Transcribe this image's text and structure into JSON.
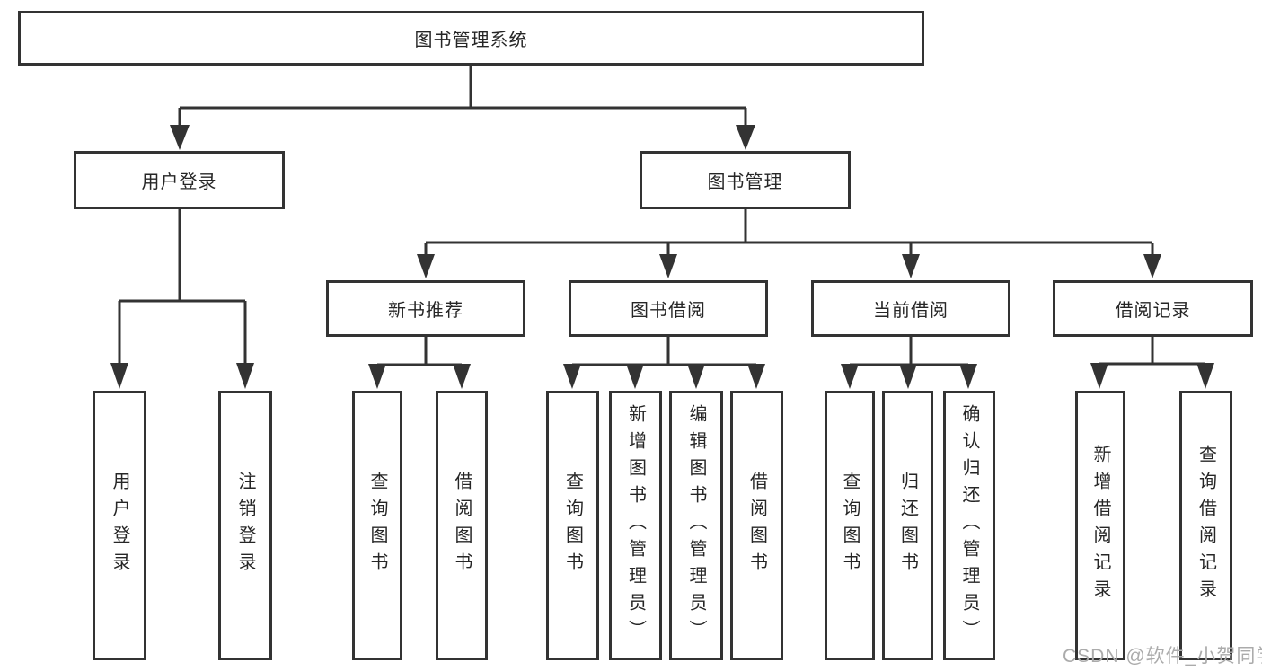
{
  "colors": {
    "line": "#333333",
    "text": "#262626",
    "box_background": "#ffffff",
    "watermark": "#ababab"
  },
  "tree": {
    "root": "图书管理系统",
    "children": [
      {
        "label": "用户登录",
        "leaves": [
          "用户登录",
          "注销登录"
        ]
      },
      {
        "label": "图书管理",
        "children": [
          {
            "label": "新书推荐",
            "leaves": [
              "查询图书",
              "借阅图书"
            ]
          },
          {
            "label": "图书借阅",
            "leaves": [
              "查询图书",
              "新增图书（管理员）",
              "编辑图书（管理员）",
              "借阅图书"
            ]
          },
          {
            "label": "当前借阅",
            "leaves": [
              "查询图书",
              "归还图书",
              "确认归还（管理员）"
            ]
          },
          {
            "label": "借阅记录",
            "leaves": [
              "新增借阅记录",
              "查询借阅记录"
            ]
          }
        ]
      }
    ]
  },
  "watermark": "CSDN @软件_小贺同学"
}
